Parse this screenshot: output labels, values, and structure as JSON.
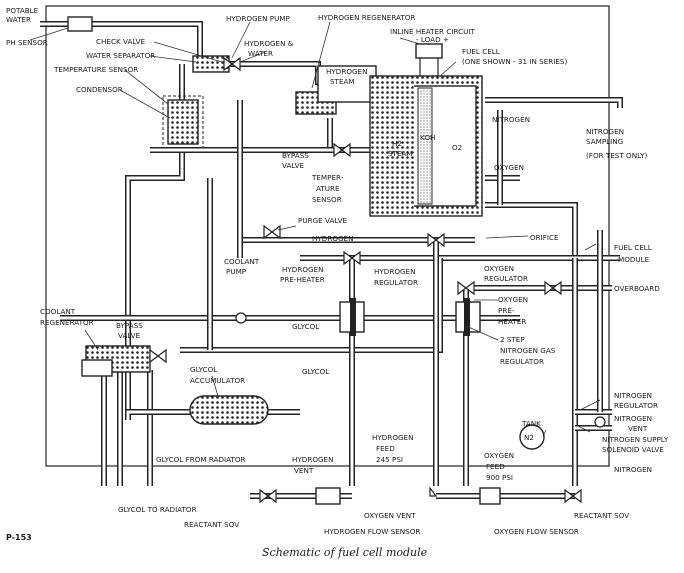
{
  "labels": {
    "potable_water_1": "POTABLE",
    "potable_water_2": "WATER",
    "ph_sensor": "PH SENSOR",
    "check_valve": "CHECK VALVE",
    "water_separator": "WATER SEPARATOR",
    "temperature_sensor": "TEMPERATURE SENSOR",
    "condensor": "CONDENSOR",
    "hydrogen_pump": "HYDROGEN PUMP",
    "hydrogen_water_1": "HYDROGEN &",
    "hydrogen_water_2": "WATER",
    "hydrogen_regenerator": "HYDROGEN REGENERATOR",
    "inline_heater": "INLINE HEATER CIRCUIT",
    "load": "- LOAD +",
    "hydrogen_steam_1": "HYDROGEN",
    "hydrogen_steam_2": "STEAM",
    "fuel_cell_1": "FUEL CELL",
    "fuel_cell_2": "(ONE SHOWN - 31 IN SERIES)",
    "h2_steam_1": "H2",
    "h2_steam_2": "STEAM",
    "koh": "KOH",
    "o2": "O2",
    "nitrogen_top": "NITROGEN",
    "nitrogen_sampling_1": "NITROGEN",
    "nitrogen_sampling_2": "SAMPLING",
    "nitrogen_sampling_3": "(FOR TEST ONLY)",
    "oxygen_top": "OXYGEN",
    "bypass_valve_top_1": "BYPASS",
    "bypass_valve_top_2": "VALVE",
    "temp_sensor_mid_1": "TEMPER-",
    "temp_sensor_mid_2": "ATURE",
    "temp_sensor_mid_3": "SENSOR",
    "purge_valve": "PURGE VALVE",
    "hydrogen_line": "HYDROGEN",
    "orifice": "ORIFICE",
    "fuel_cell_module_1": "FUEL CELL",
    "fuel_cell_module_2": "MODULE",
    "coolant_pump_1": "COOLANT",
    "coolant_pump_2": "PUMP",
    "hydrogen_preheater_1": "HYDROGEN",
    "hydrogen_preheater_2": "PRE-HEATER",
    "hydrogen_regulator_1": "HYDROGEN",
    "hydrogen_regulator_2": "REGULATOR",
    "oxygen_regulator_1": "OXYGEN",
    "oxygen_regulator_2": "REGULATOR",
    "overboard": "OVERBOARD",
    "oxygen_preheater_1": "OXYGEN",
    "oxygen_preheater_2": "PRE-",
    "oxygen_preheater_3": "HEATER",
    "coolant_regenerator_1": "COOLANT",
    "coolant_regenerator_2": "REGENERATOR",
    "bypass_valve_low_1": "BYPASS",
    "bypass_valve_low_2": "VALVE",
    "glycol_1": "GLYCOL",
    "glycol_2": "GLYCOL",
    "two_step_1": "2 STEP",
    "two_step_2": "NITROGEN GAS",
    "two_step_3": "REGULATOR",
    "glycol_accumulator_1": "GLYCOL",
    "glycol_accumulator_2": "ACCUMULATOR",
    "tank": "TANK",
    "n2": "N2",
    "nitrogen_regulator_1": "NITROGEN",
    "nitrogen_regulator_2": "REGULATOR",
    "nitrogen_vent_1": "NITROGEN",
    "nitrogen_vent_2": "VENT",
    "nitrogen_supply_1": "NITROGEN SUPPLY",
    "nitrogen_supply_2": "SOLENOID VALVE",
    "nitrogen_bottom": "NITROGEN",
    "hydrogen_feed_1": "HYDROGEN",
    "hydrogen_feed_2": "FEED",
    "hydrogen_feed_3": "245 PSI",
    "oxygen_feed_1": "OXYGEN",
    "oxygen_feed_2": "FEED",
    "oxygen_feed_3": "900 PSI",
    "glycol_from_radiator": "GLYCOL FROM RADIATOR",
    "hydrogen_vent_1": "HYDROGEN",
    "hydrogen_vent_2": "VENT",
    "glycol_to_radiator": "GLYCOL TO RADIATOR",
    "reactant_sov_left": "REACTANT SOV",
    "oxygen_vent": "OXYGEN VENT",
    "reactant_sov_right": "REACTANT SOV",
    "hydrogen_flow_sensor": "HYDROGEN FLOW SENSOR",
    "oxygen_flow_sensor": "OXYGEN FLOW SENSOR",
    "figure_code": "P-153"
  },
  "caption": "Schematic of fuel cell module"
}
